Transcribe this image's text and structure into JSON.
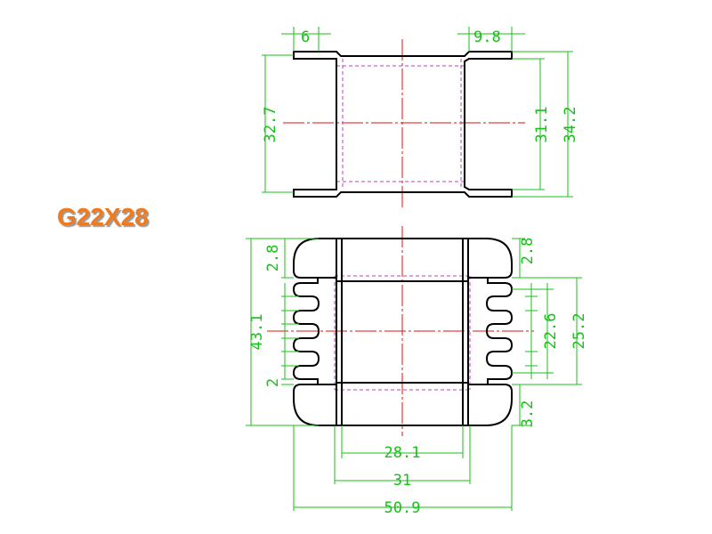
{
  "title": "G22X28",
  "colors": {
    "outline": "#000000",
    "dimension": "#18c018",
    "centerline": "#e01010",
    "hidden": "#c040c0",
    "title": "#f07a1e"
  },
  "dims": {
    "top_left_width": "6",
    "top_right_width": "9.8",
    "top_left_height": "32.7",
    "top_inner_height": "31.1",
    "top_outer_height": "34.2",
    "front_total_height": "43.1",
    "front_top_flange_left": "2.8",
    "front_slot_width": "2",
    "front_top_flange_right": "2.8",
    "front_inner_height": "22.6",
    "front_window_height": "25.2",
    "front_bottom_flange": "3.2",
    "inner_width": "28.1",
    "core_width": "31",
    "total_width": "50.9"
  }
}
